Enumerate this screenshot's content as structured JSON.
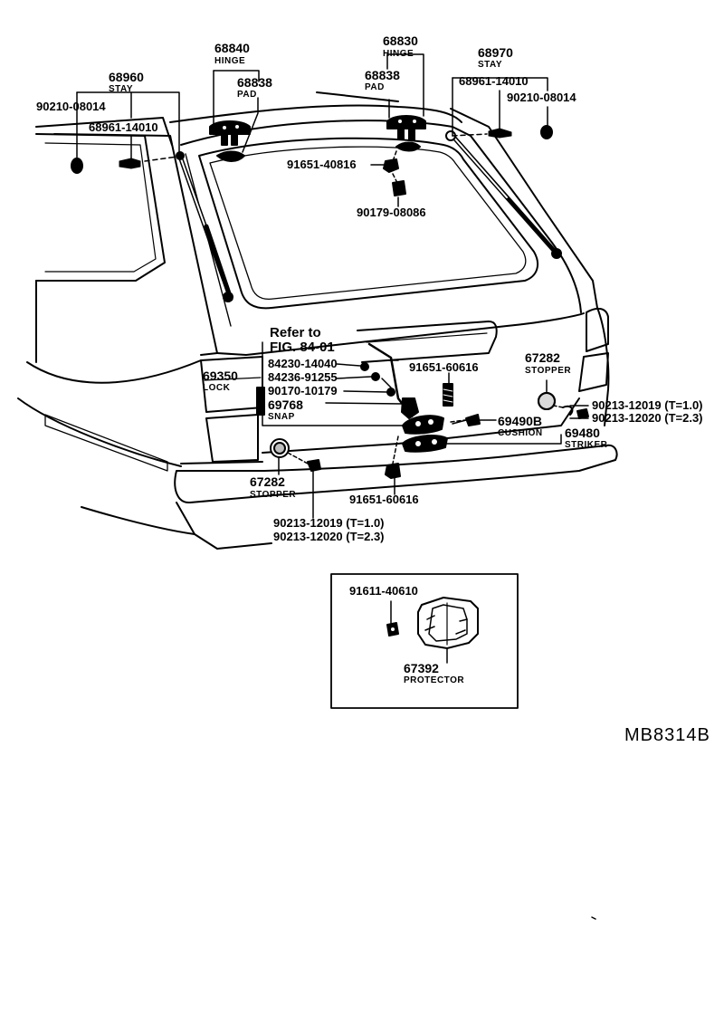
{
  "diagram": {
    "code": "MB8314B",
    "stays": {
      "left": {
        "part": "68960",
        "name": "STAY",
        "bolt": "90210-08014",
        "ball": "68961-14010"
      },
      "right": {
        "part": "68970",
        "name": "STAY",
        "ball": "68961-14010",
        "bolt": "90210-08014"
      }
    },
    "hinges": {
      "left": {
        "part": "68840",
        "name": "HINGE",
        "pad_part": "68838",
        "pad_name": "PAD"
      },
      "right": {
        "part": "68830",
        "name": "HINGE",
        "pad_part": "68838",
        "pad_name": "PAD",
        "nut": "91651-40816",
        "cap": "90179-08086"
      }
    },
    "lock_area": {
      "refer_line1": "Refer to",
      "refer_line2": "FIG. 84-01",
      "lock_part": "69350",
      "lock_name": "LOCK",
      "parts": [
        "84230-14040",
        "84236-91255",
        "90170-10179"
      ],
      "snap_part": "69768",
      "snap_name": "SNAP",
      "bolt_upper": "91651-60616",
      "bolt_lower": "91651-60616"
    },
    "right_side": {
      "stopper_part": "67282",
      "stopper_name": "STOPPER",
      "screw1": "90213-12019 (T=1.0)",
      "screw2": "90213-12020 (T=2.3)",
      "cushion_part": "69490B",
      "cushion_name": "CUSHION",
      "striker_part": "69480",
      "striker_name": "STRIKER"
    },
    "left_bottom": {
      "stopper_part": "67282",
      "stopper_name": "STOPPER",
      "screw1": "90213-12019 (T=1.0)",
      "screw2": "90213-12020 (T=2.3)"
    },
    "inset": {
      "bolt": "91611-40610",
      "protector_part": "67392",
      "protector_name": "PROTECTOR"
    }
  }
}
